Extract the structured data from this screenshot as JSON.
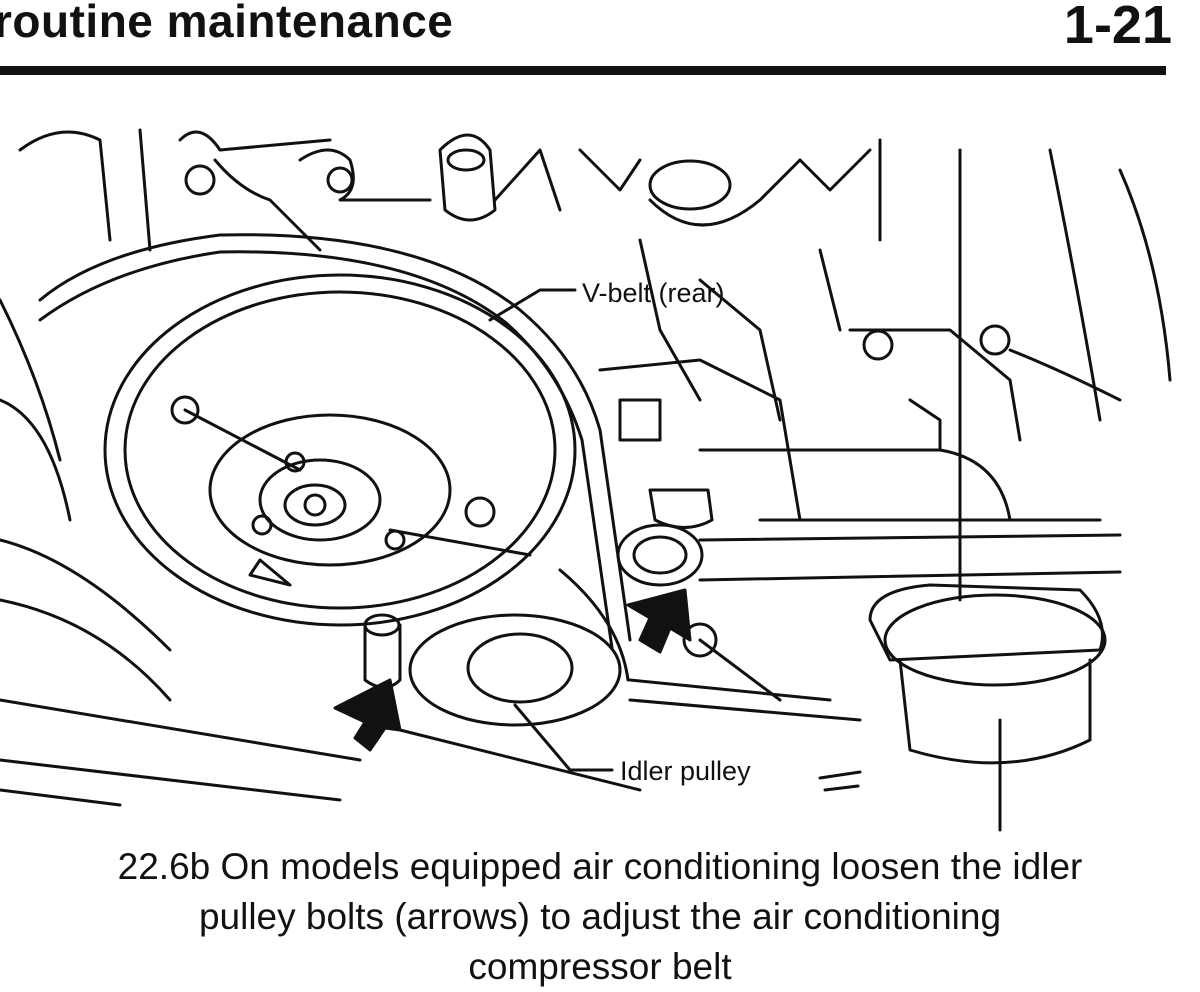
{
  "header": {
    "section_title": "routine maintenance",
    "page_number": "1-21"
  },
  "figure": {
    "labels": {
      "v_belt": "V-belt (rear)",
      "idler_pulley": "Idler pulley"
    }
  },
  "caption": {
    "line1": "22.6b  On models equipped air conditioning loosen the idler",
    "line2": "pulley bolts (arrows) to adjust the air conditioning",
    "line3": "compressor belt"
  }
}
